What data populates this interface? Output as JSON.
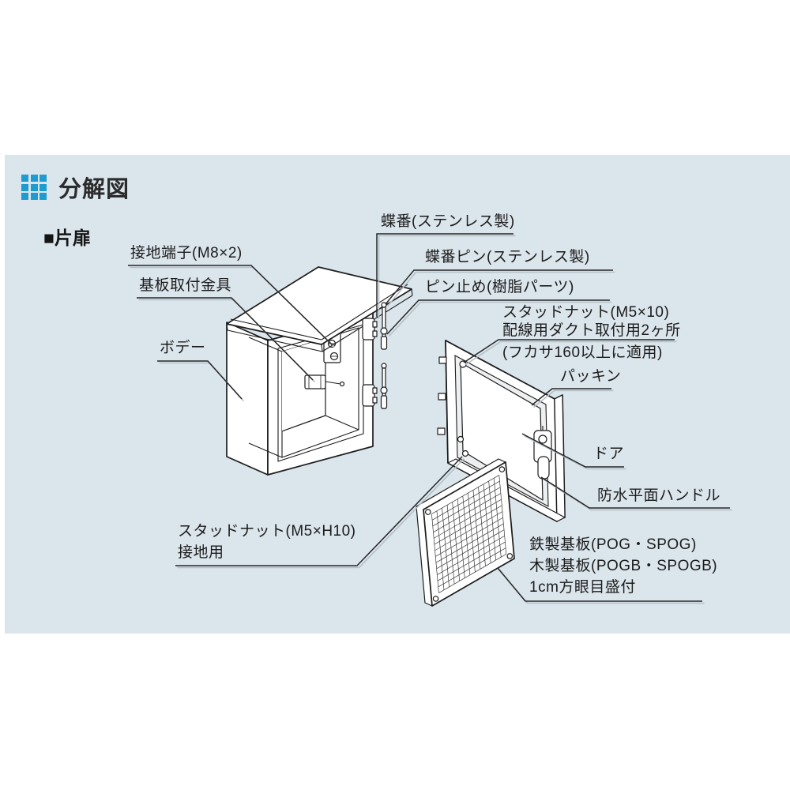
{
  "header": {
    "title": "分解図",
    "icon": "grid-icon",
    "accent_color": "#1f9ccf"
  },
  "section": {
    "label": "■片扉"
  },
  "panel": {
    "background": "#dbe5ec"
  },
  "diagram": {
    "labels": {
      "hinge": "蝶番(ステンレス製)",
      "hinge_pin": "蝶番ピン(ステンレス製)",
      "pin_stopper": "ピン止め(樹脂パーツ)",
      "stud_nut_duct_line1": "スタッドナット(M5×10)",
      "stud_nut_duct_line2": "配線用ダクト取付用2ヶ所",
      "stud_nut_duct_line3": "(フカサ160以上に適用)",
      "packing": "パッキン",
      "door": "ドア",
      "handle": "防水平面ハンドル",
      "ground_terminal": "接地端子(M8×2)",
      "board_bracket": "基板取付金具",
      "body": "ボデー",
      "stud_nut_ground_line1": "スタッドナット(M5×H10)",
      "stud_nut_ground_line2": "接地用",
      "base_plate_line1": "鉄製基板(POG・SPOG)",
      "base_plate_line2": "木製基板(POGB・SPOGB)",
      "base_plate_line3": "1cm方眼目盛付"
    }
  }
}
